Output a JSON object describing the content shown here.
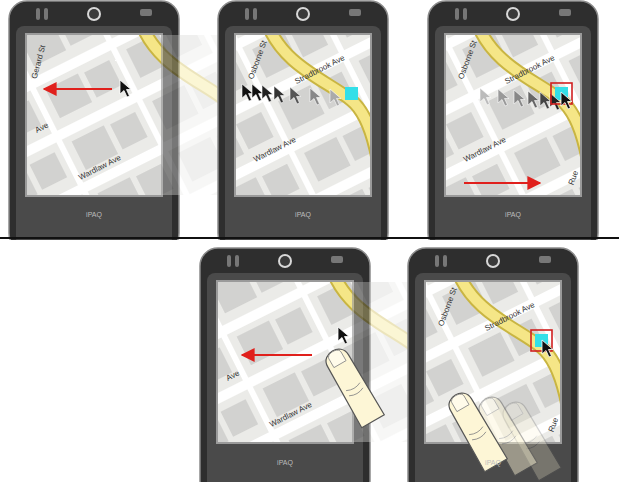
{
  "diagram": {
    "labels": [
      "Gerard St",
      "Ave",
      "Wardlaw Ave",
      "iPAQ",
      "Osborne St",
      "Stradbrook Ave",
      "Wardlaw Ave",
      "iPAQ",
      "Osborne St",
      "Stradbrook Ave",
      "Wardlaw Ave",
      "Rue",
      "iPAQ",
      "Ave",
      "Wardlaw Ave",
      "iPAQ",
      "Osborne St",
      "Stradbrook Ave",
      "Rue",
      "iPAQ"
    ]
  }
}
